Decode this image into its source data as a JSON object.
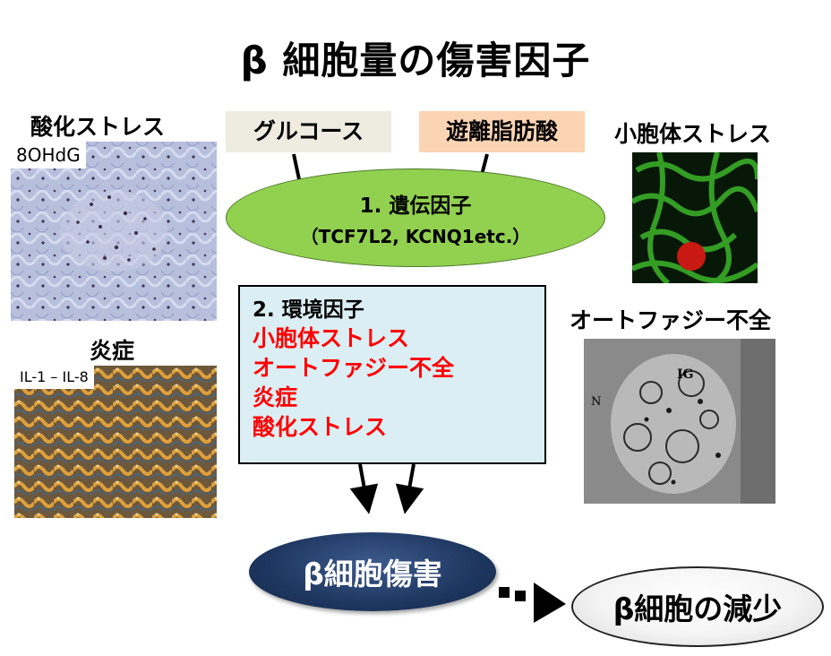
{
  "title": "β 細胞量の傷害因子",
  "left_panel": {
    "oxidative": {
      "heading": "酸化ストレス",
      "image_label": "8OHdG"
    },
    "inflammation": {
      "heading": "炎症",
      "image_label": "IL-1 – IL-8"
    }
  },
  "right_panel": {
    "er_stress": {
      "heading": "小胞体ストレス"
    },
    "autophagy": {
      "heading": "オートファジー不全",
      "micrograph_marks": [
        "IG",
        "N"
      ]
    }
  },
  "inputs": {
    "glucose": "グルコース",
    "ffa": "遊離脂肪酸"
  },
  "genetic": {
    "label": "1. 遺伝因子",
    "detail": "（TCF7L2, KCNQ1etc.）"
  },
  "environmental": {
    "label": "2. 環境因子",
    "items": [
      "小胞体ストレス",
      "オートファジー不全",
      "炎症",
      "酸化ストレス"
    ]
  },
  "outcome": {
    "damage": "β細胞傷害",
    "decrease": "β細胞の減少"
  },
  "colors": {
    "genetic_fill": "#92d050",
    "env_fill": "#dbeef4",
    "env_items_text": "#ff0000",
    "glucose_fill": "#eeece1",
    "ffa_fill": "#fbd4b4",
    "damage_fill": "#1e3760"
  }
}
